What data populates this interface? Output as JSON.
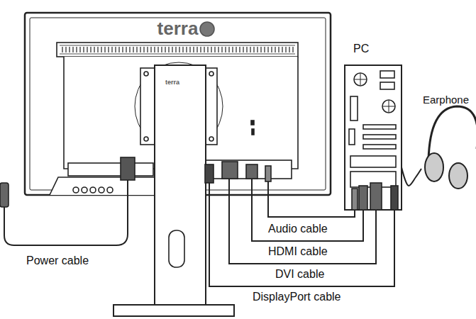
{
  "diagram": {
    "nodes": [
      {
        "text": [
          "terra"
        ]
      },
      {
        "text": [
          "PC"
        ]
      },
      {
        "text": [
          "Earphone"
        ]
      }
    ],
    "edges": [
      {
        "from": 0,
        "to": 1,
        "arrow": "none",
        "label": "Audio cable"
      },
      {
        "from": 0,
        "to": 1,
        "arrow": "none",
        "label": "HDMI cable"
      },
      {
        "from": 0,
        "to": 1,
        "arrow": "none",
        "label": "DVI cable"
      },
      {
        "from": 0,
        "to": 1,
        "arrow": "none",
        "label": "DisplayPort cable"
      },
      {
        "from": 1,
        "to": 2,
        "arrow": "none"
      }
    ],
    "labels": [
      "terra",
      "Power cable"
    ]
  }
}
